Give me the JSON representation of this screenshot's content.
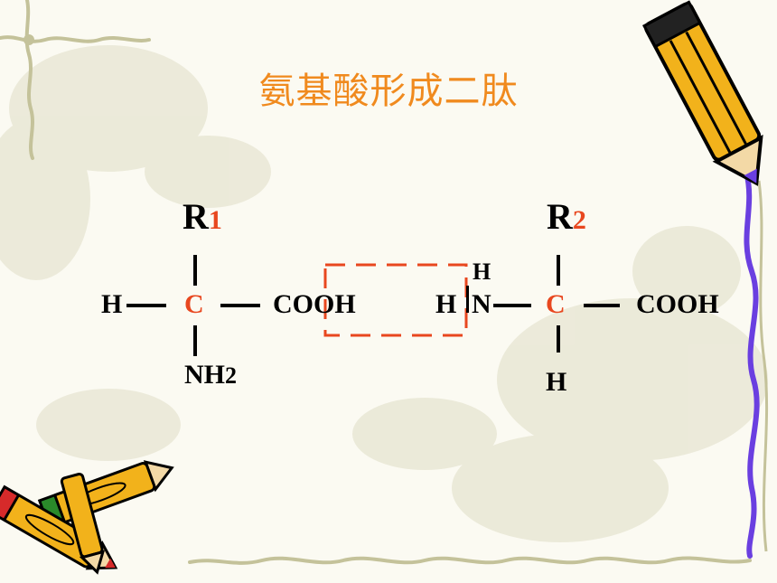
{
  "slide": {
    "title": "氨基酸形成二肽",
    "amino_acid_1": {
      "r_group": "R",
      "r_subscript": "1",
      "h_left": "H",
      "alpha_carbon": "C",
      "carboxyl": "COOH",
      "amino_n": "NH",
      "amino_subscript": "2"
    },
    "amino_acid_2": {
      "r_group": "R",
      "r_subscript": "2",
      "amino_h_top": "H",
      "amino_h_left": "H",
      "amino_n": "N",
      "alpha_carbon": "C",
      "carboxyl": "COOH",
      "h_bottom": "H"
    },
    "colors": {
      "title": "#f08a1e",
      "highlight": "#e8471f",
      "pencil_yellow": "#f2b21b",
      "ribbon": "#6a3fe0"
    }
  }
}
